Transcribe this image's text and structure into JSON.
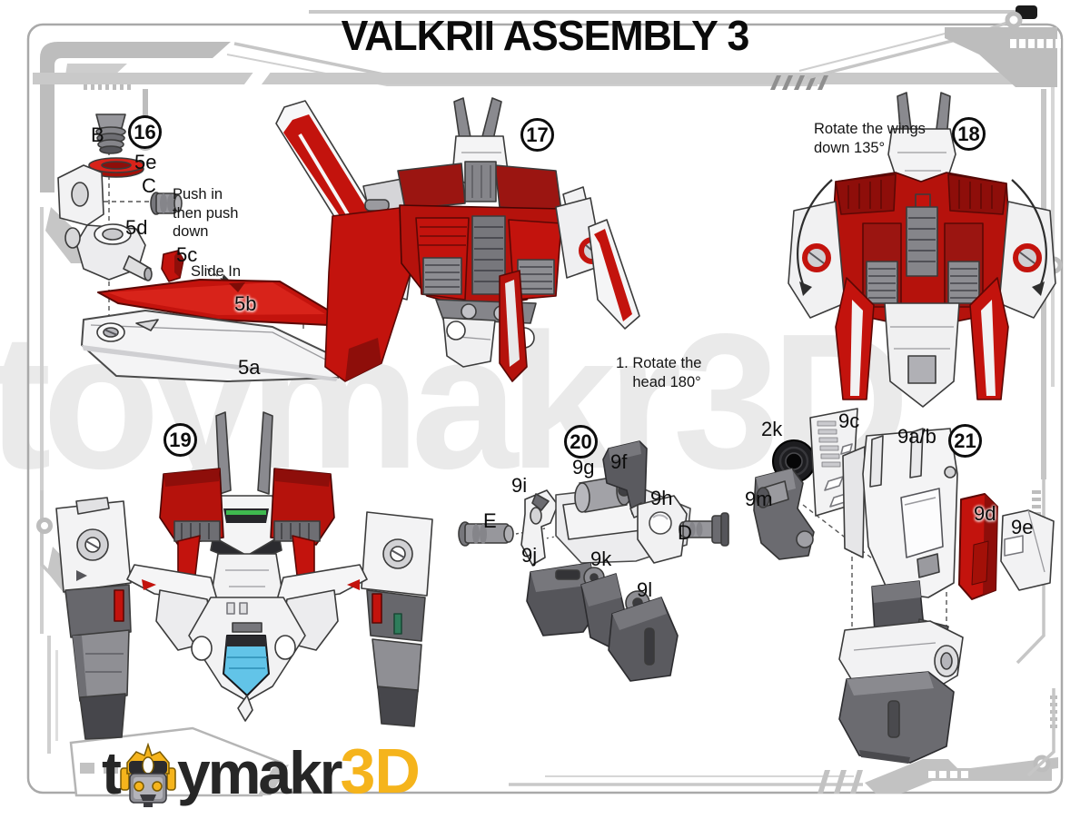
{
  "title": "VALKRII ASSEMBLY 3",
  "watermark": "toymakr3D",
  "logo": {
    "t": "t",
    "ymakr": "ymakr",
    "threeD": "3D"
  },
  "colors": {
    "red": "#c3130d",
    "dark_red": "#8e0e0a",
    "part_gray": "#8d8d92",
    "canopy_blue": "#62c4e8",
    "decor_gray": "#bdbdbd",
    "logo_yellow": "#f5b41c",
    "logo_dark": "#262626"
  },
  "steps": {
    "s16": {
      "number": "16",
      "labels": {
        "B": "B",
        "e": "5e",
        "C": "C",
        "d": "5d",
        "c": "5c",
        "b": "5b",
        "a": "5a"
      },
      "push_note": "Push in\nthen push\ndown",
      "slide_note": "Slide In"
    },
    "s17": {
      "number": "17",
      "head_note": "1. Rotate the\n    head 180°"
    },
    "s18": {
      "number": "18",
      "wings_note": "Rotate the wings\ndown 135°"
    },
    "s19": {
      "number": "19"
    },
    "s20": {
      "number": "20",
      "labels": {
        "E": "E",
        "D": "D",
        "i": "9i",
        "g": "9g",
        "f": "9f",
        "h": "9h",
        "j": "9j",
        "k": "9k",
        "l": "9l"
      }
    },
    "s21": {
      "number": "21",
      "labels": {
        "k2": "2k",
        "c": "9c",
        "ab": "9a/b",
        "m": "9m",
        "d": "9d",
        "e": "9e"
      }
    }
  }
}
